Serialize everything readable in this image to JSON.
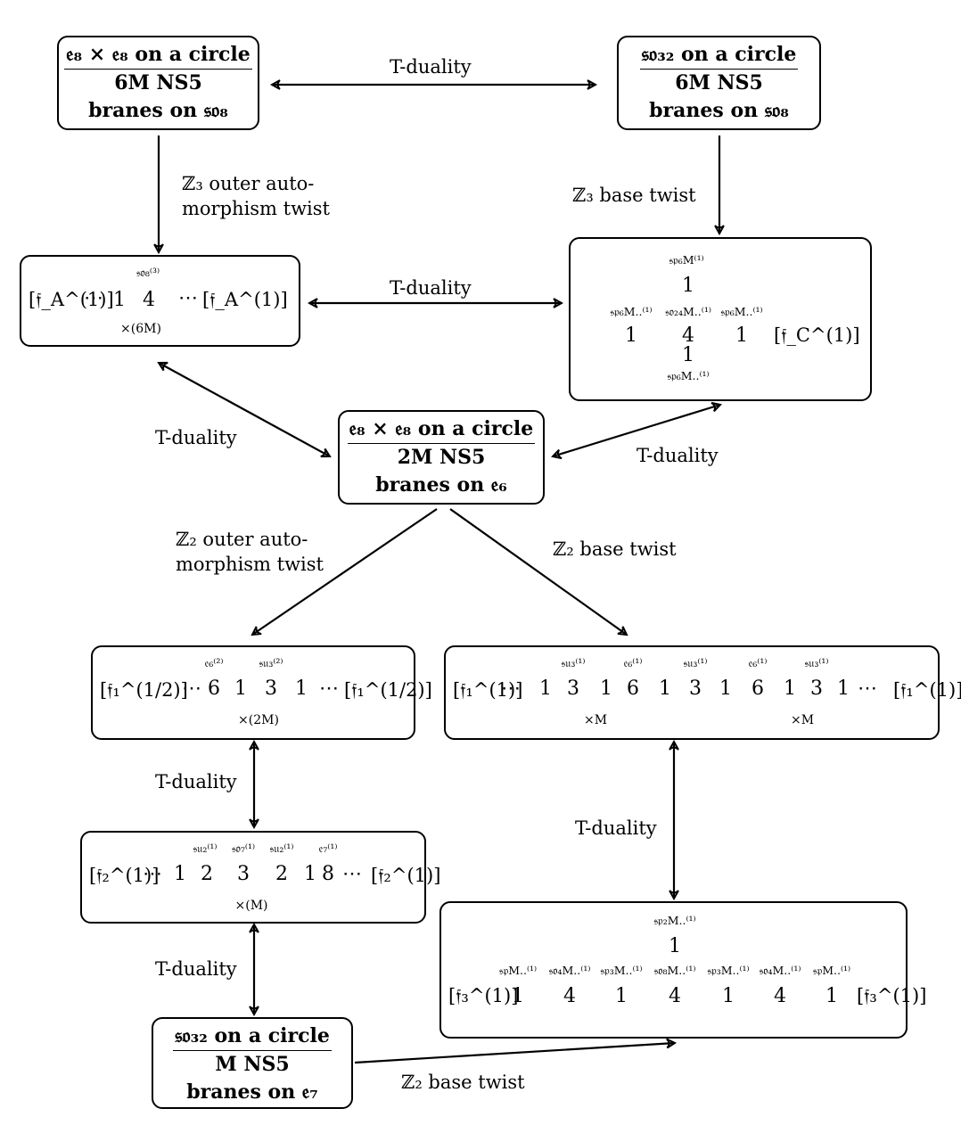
{
  "edge_labels": {
    "top_t": "T-duality",
    "mid_t": "T-duality",
    "left_diag_t": "T-duality",
    "right_diag_t": "T-duality",
    "z3_outer_1": "ℤ₃ outer auto-",
    "z3_outer_2": "morphism twist",
    "z3_base": "ℤ₃ base twist",
    "z2_outer_1": "ℤ₂ outer auto-",
    "z2_outer_2": "morphism twist",
    "z2_base": "ℤ₂ base twist",
    "t_lower_left_1": "T-duality",
    "t_lower_left_2": "T-duality",
    "t_lower_right": "T-duality",
    "z2_base_bottom": "ℤ₂ base twist"
  },
  "boxes": {
    "top_left": {
      "l1": "𝔢₈ × 𝔢₈ on a circle",
      "l2": "6M NS5",
      "l3": "branes on 𝔰𝔬₈"
    },
    "top_right": {
      "l1": "𝔰𝔬₃₂ on a circle",
      "l2": "6M NS5",
      "l3": "branes on 𝔰𝔬₈"
    },
    "center": {
      "l1": "𝔢₈ × 𝔢₈ on a circle",
      "l2": "2M NS5",
      "l3": "branes on 𝔢₆"
    },
    "bottom": {
      "l1": "𝔰𝔬₃₂ on a circle",
      "l2": "M NS5",
      "l3": "branes on 𝔢₇"
    }
  },
  "quivers": {
    "A": {
      "flavor": "[𝔣_A^(1)]",
      "nodes": [
        "1",
        "4"
      ],
      "alg": "𝔰𝔬₈⁽³⁾",
      "mult": "×(6M)",
      "dots": "⋯"
    },
    "C": {
      "flavor": "[𝔣_C^(1)]",
      "nodes": [
        "1",
        "1",
        "4",
        "1",
        "1"
      ],
      "algs": [
        "𝔰𝔭₆M⁽¹⁾",
        "𝔰𝔭₆M..⁽¹⁾",
        "𝔰𝔬₂₄M..⁽¹⁾",
        "𝔰𝔭₆M..⁽¹⁾",
        "𝔰𝔭₆M..⁽¹⁾"
      ]
    },
    "F1h": {
      "flavor": "[𝔣₁^(1/2)]",
      "nodes": [
        "6",
        "1",
        "3",
        "1"
      ],
      "algs": [
        "𝔢₆⁽²⁾",
        "𝔰𝔲₃⁽²⁾"
      ],
      "mult": "×(2M)",
      "dots": "⋯"
    },
    "F1": {
      "flavor": "[𝔣₁^(1)]",
      "nodes": [
        "1",
        "3",
        "1",
        "6",
        "1",
        "3",
        "1",
        "6",
        "1",
        "3",
        "1"
      ],
      "algs": [
        "𝔰𝔲₃⁽¹⁾",
        "𝔢₆⁽¹⁾",
        "𝔰𝔲₃⁽¹⁾",
        "𝔢₆⁽¹⁾",
        "𝔰𝔲₃⁽¹⁾"
      ],
      "mults": [
        "×M",
        "×M"
      ],
      "dots": "⋯"
    },
    "F2": {
      "flavor": "[𝔣₂^(1)]",
      "nodes": [
        "1",
        "2",
        "3",
        "2",
        "1",
        "8"
      ],
      "algs": [
        "𝔰𝔲₂⁽¹⁾",
        "𝔰𝔬₇⁽¹⁾",
        "𝔰𝔲₂⁽¹⁾",
        "𝔢₇⁽¹⁾"
      ],
      "mult": "×(M)",
      "dots": "⋯"
    },
    "F3": {
      "flavor": "[𝔣₃^(1)]",
      "nodes": [
        "1",
        "1",
        "4",
        "1",
        "4",
        "1",
        "4",
        "1"
      ],
      "algs": [
        "𝔰𝔭₂M..⁽¹⁾",
        "𝔰𝔭M..⁽¹⁾",
        "𝔰𝔬₄M..⁽¹⁾",
        "𝔰𝔭₃M..⁽¹⁾",
        "𝔰𝔬₈M..⁽¹⁾",
        "𝔰𝔭₃M..⁽¹⁾",
        "𝔰𝔬₄M..⁽¹⁾",
        "𝔰𝔭M..⁽¹⁾"
      ]
    }
  },
  "colors": {
    "line": "#000000",
    "red": "#d9291c"
  }
}
